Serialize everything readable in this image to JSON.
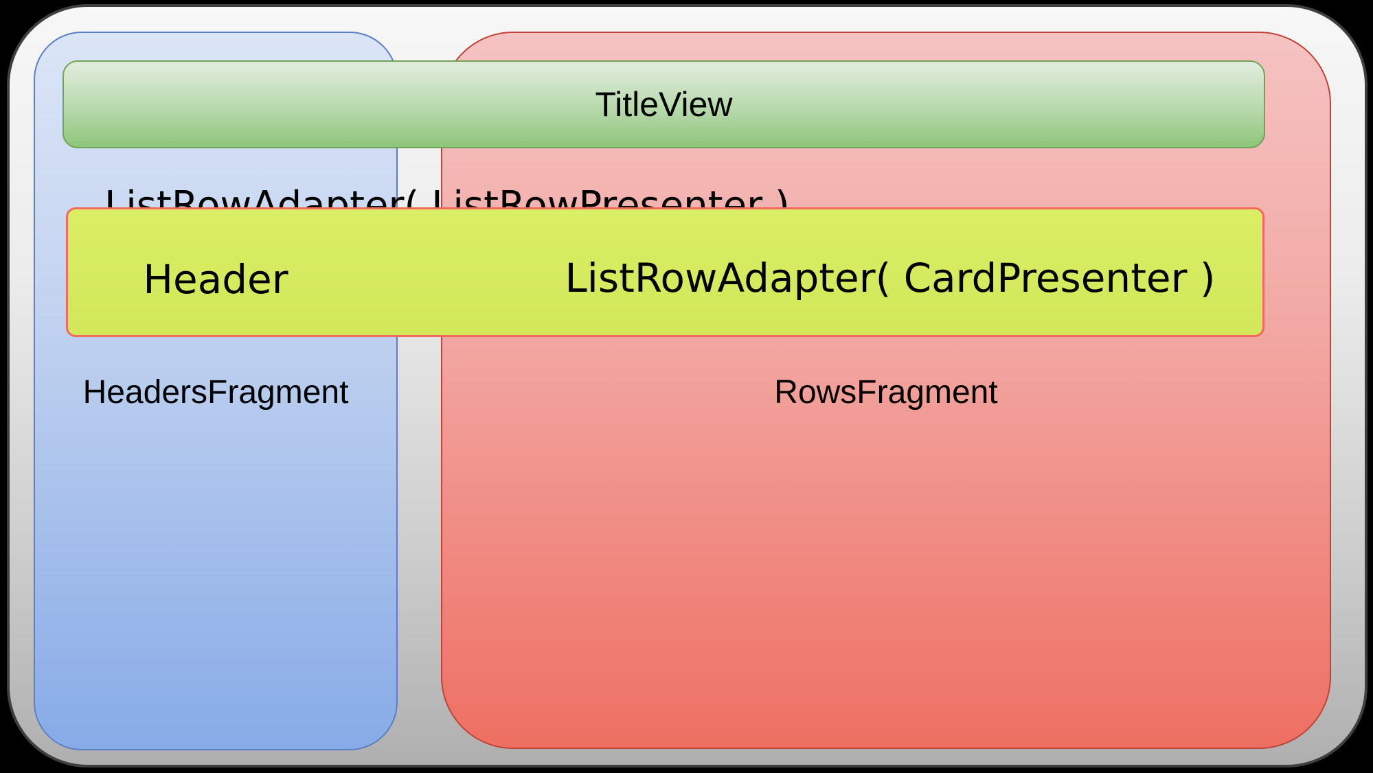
{
  "diagram": {
    "labels": {
      "title_view": "TitleView",
      "list_row_adapter_list_row_presenter": "ListRowAdapter( ListRowPresenter )",
      "header": "Header",
      "list_row_adapter_card_presenter": "ListRowAdapter( CardPresenter )",
      "headers_fragment": "HeadersFragment",
      "rows_fragment": "RowsFragment"
    },
    "colors": {
      "background": "#000000",
      "panel_top": "#f7f7f7",
      "panel_bottom": "#afafaf",
      "panel_border": "#3f3f3f",
      "headers_top": "#dbe5f7",
      "headers_bottom": "#87abe7",
      "headers_border": "#5b7fc2",
      "rows_top": "#f5c3c2",
      "rows_bottom": "#ee6f62",
      "rows_border": "#bf4338",
      "title_top": "#e2ecde",
      "title_bottom": "#8fc67c",
      "title_border": "#6fa355",
      "adapter_fill": "#d9ee64",
      "adapter_fill2": "#d2e85a",
      "adapter_border": "#f4695f",
      "text": "#000000"
    }
  }
}
